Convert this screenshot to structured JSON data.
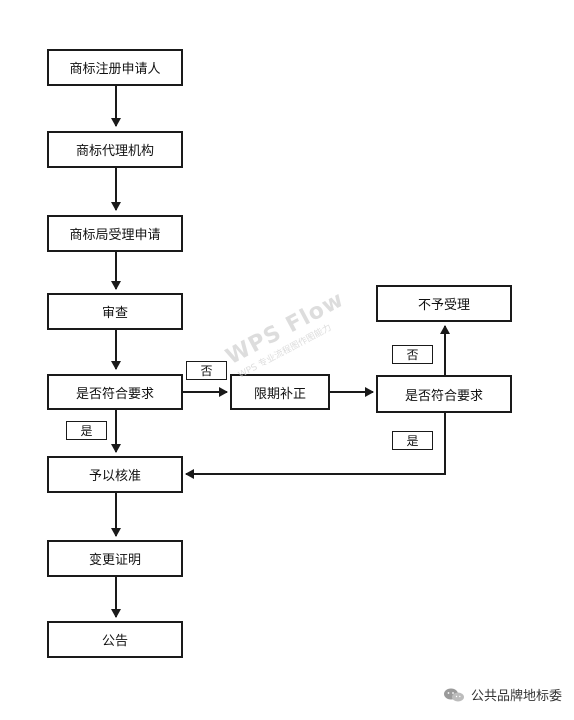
{
  "nodes": {
    "applicant": "商标注册申请人",
    "agency": "商标代理机构",
    "office_accept": "商标局受理申请",
    "review": "审查",
    "compliance_check_1": "是否符合要求",
    "correction_deadline": "限期补正",
    "compliance_check_2": "是否符合要求",
    "not_accepted": "不予受理",
    "approved": "予以核准",
    "change_certificate": "变更证明",
    "announcement": "公告"
  },
  "edge_labels": {
    "no_1": "否",
    "yes_1": "是",
    "no_2": "否",
    "yes_2": "是"
  },
  "watermark": {
    "title": "WPS Flow",
    "subtitle": "WPS 专业流程图作图能力"
  },
  "brand": {
    "name": "公共品牌地标委",
    "icon": "wechat-icon"
  }
}
